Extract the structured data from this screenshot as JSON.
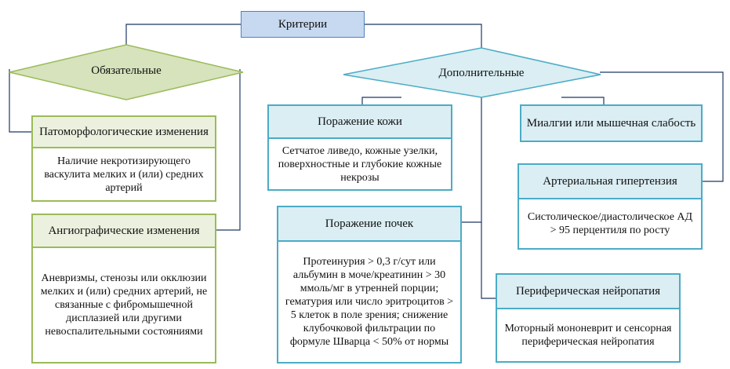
{
  "root": "Критерии",
  "mandatory": {
    "label": "Обязательные",
    "items": [
      {
        "title": "Патоморфологические изменения",
        "body": "Наличие некротизирующего васкулита мелких и (или) средних артерий"
      },
      {
        "title": "Ангиографические изменения",
        "body": "Аневризмы, стенозы или окклюзии мелких и (или) средних  артерий, не связанные с фибромышечной дисплазией или другими невоспалительными состояниями"
      }
    ]
  },
  "additional": {
    "label": "Дополнительные",
    "items": [
      {
        "title": "Поражение кожи",
        "body": "Сетчатое ливедо, кожные узелки, поверхностные и глубокие кожные некрозы"
      },
      {
        "title": "Поражение почек",
        "body": "Протеинурия > 0,3 г/сут или альбумин в моче/креатинин > 30 ммоль/мг в утренней порции; гематурия или число эритроцитов > 5 клеток в поле зрения; снижение клубочковой фильтрации по формуле Шварца < 50% от нормы"
      },
      {
        "title": "Миалгии или мышечная слабость",
        "body": ""
      },
      {
        "title": "Артериальная гипертензия",
        "body": "Систолическое/диастолическое АД > 95 перцентиля по росту"
      },
      {
        "title": "Периферическая нейропатия",
        "body": "Моторный мононеврит и сенсорная периферическая нейропатия"
      }
    ]
  }
}
